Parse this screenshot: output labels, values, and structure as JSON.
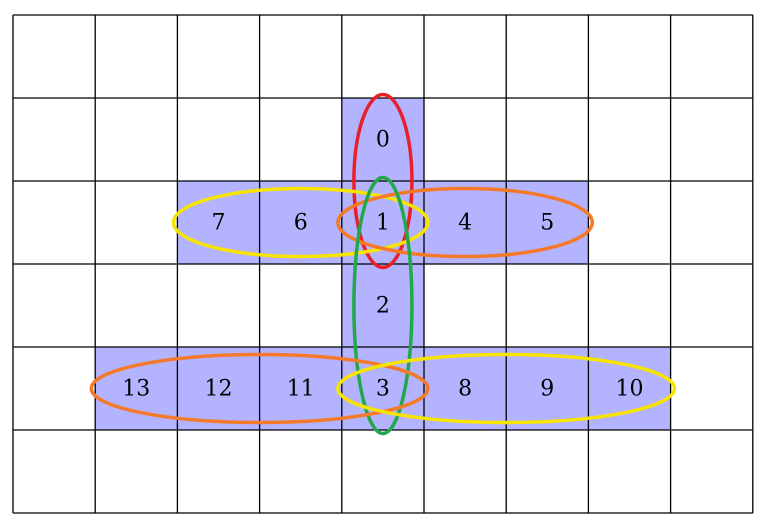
{
  "grid": {
    "cols": 9,
    "rows": 6,
    "line_color": "#000000",
    "highlight_color": "#b3b3ff"
  },
  "cells": [
    {
      "label": "0",
      "row": 1,
      "col": 4
    },
    {
      "label": "1",
      "row": 2,
      "col": 4
    },
    {
      "label": "2",
      "row": 3,
      "col": 4
    },
    {
      "label": "3",
      "row": 4,
      "col": 4
    },
    {
      "label": "4",
      "row": 2,
      "col": 5
    },
    {
      "label": "5",
      "row": 2,
      "col": 6
    },
    {
      "label": "6",
      "row": 2,
      "col": 3
    },
    {
      "label": "7",
      "row": 2,
      "col": 2
    },
    {
      "label": "8",
      "row": 4,
      "col": 5
    },
    {
      "label": "9",
      "row": 4,
      "col": 6
    },
    {
      "label": "10",
      "row": 4,
      "col": 7
    },
    {
      "label": "11",
      "row": 4,
      "col": 3
    },
    {
      "label": "12",
      "row": 4,
      "col": 2
    },
    {
      "label": "13",
      "row": 4,
      "col": 1
    }
  ],
  "groups": [
    {
      "color": "#e8202a",
      "cells": [
        "0",
        "1"
      ]
    },
    {
      "color": "#f7e400",
      "cells": [
        "7",
        "6",
        "1"
      ]
    },
    {
      "color": "#f47a2a",
      "cells": [
        "1",
        "4",
        "5"
      ]
    },
    {
      "color": "#22a84a",
      "cells": [
        "1",
        "2",
        "3"
      ]
    },
    {
      "color": "#f47a2a",
      "cells": [
        "13",
        "12",
        "11",
        "3"
      ]
    },
    {
      "color": "#f7e400",
      "cells": [
        "3",
        "8",
        "9",
        "10"
      ]
    }
  ]
}
